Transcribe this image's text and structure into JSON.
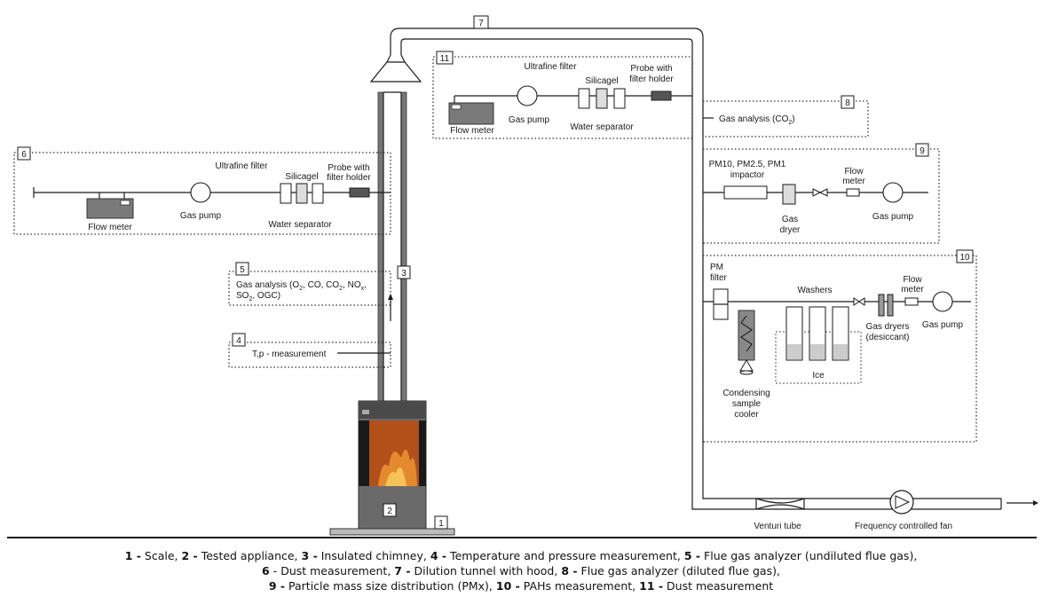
{
  "labels": {
    "flow_meter": "Flow meter",
    "gas_pump": "Gas pump",
    "ultrafine_filter": "Ultrafine filter",
    "silicagel": "Silicagel",
    "probe_1": "Probe with",
    "probe_2": "filter holder",
    "water_separator": "Water separator",
    "gas_analysis_co2": "Gas analysis (CO",
    "gas_analysis_co2_sub": "2",
    "gas_analysis_co2_end": ")",
    "pm_impactor_1": "PM10, PM2.5, PM1",
    "pm_impactor_2": "impactor",
    "gas_dryer_1": "Gas",
    "gas_dryer_2": "dryer",
    "flow_meter_2a": "Flow",
    "flow_meter_2b": "meter",
    "pm_filter_1": "PM",
    "pm_filter_2": "filter",
    "washers": "Washers",
    "gas_dryers_1": "Gas dryers",
    "gas_dryers_2": "(desiccant)",
    "ice": "Ice",
    "condensing_1": "Condensing",
    "condensing_2": "sample",
    "condensing_3": "cooler",
    "gas_analysis_undiluted_1": "Gas analysis (O",
    "gas_analysis_undiluted_2": "SO",
    "gas_analysis_undiluted_3": ", OGC)",
    "tp_measurement": "T,p - measurement",
    "venturi_tube": "Venturi tube",
    "frequency_fan": "Frequency controlled fan"
  },
  "box_numbers": {
    "n1": "1",
    "n2": "2",
    "n3": "3",
    "n4": "4",
    "n5": "5",
    "n6": "6",
    "n7": "7",
    "n8": "8",
    "n9": "9",
    "n10": "10",
    "n11": "11"
  },
  "caption": {
    "line1": [
      {
        "num": "1 -",
        "text": " Scale, "
      },
      {
        "num": "2 -",
        "text": " Tested appliance, "
      },
      {
        "num": "3 -",
        "text": " Insulated chimney, "
      },
      {
        "num": "4 -",
        "text": " Temperature and pressure measurement, "
      },
      {
        "num": "5 -",
        "text": " Flue gas analyzer (undiluted flue gas),"
      }
    ],
    "line2": [
      {
        "num": "6",
        "text": " - Dust measurement, "
      },
      {
        "num": "7 -",
        "text": " Dilution tunnel with hood, "
      },
      {
        "num": "8 -",
        "text": " Flue gas analyzer (diluted flue gas),"
      }
    ],
    "line3": [
      {
        "num": "9 -",
        "text": " Particle mass size distribution (PMx), "
      },
      {
        "num": "10 -",
        "text": " PAHs measurement, "
      },
      {
        "num": "11 -",
        "text": " Dust measurement"
      }
    ]
  }
}
